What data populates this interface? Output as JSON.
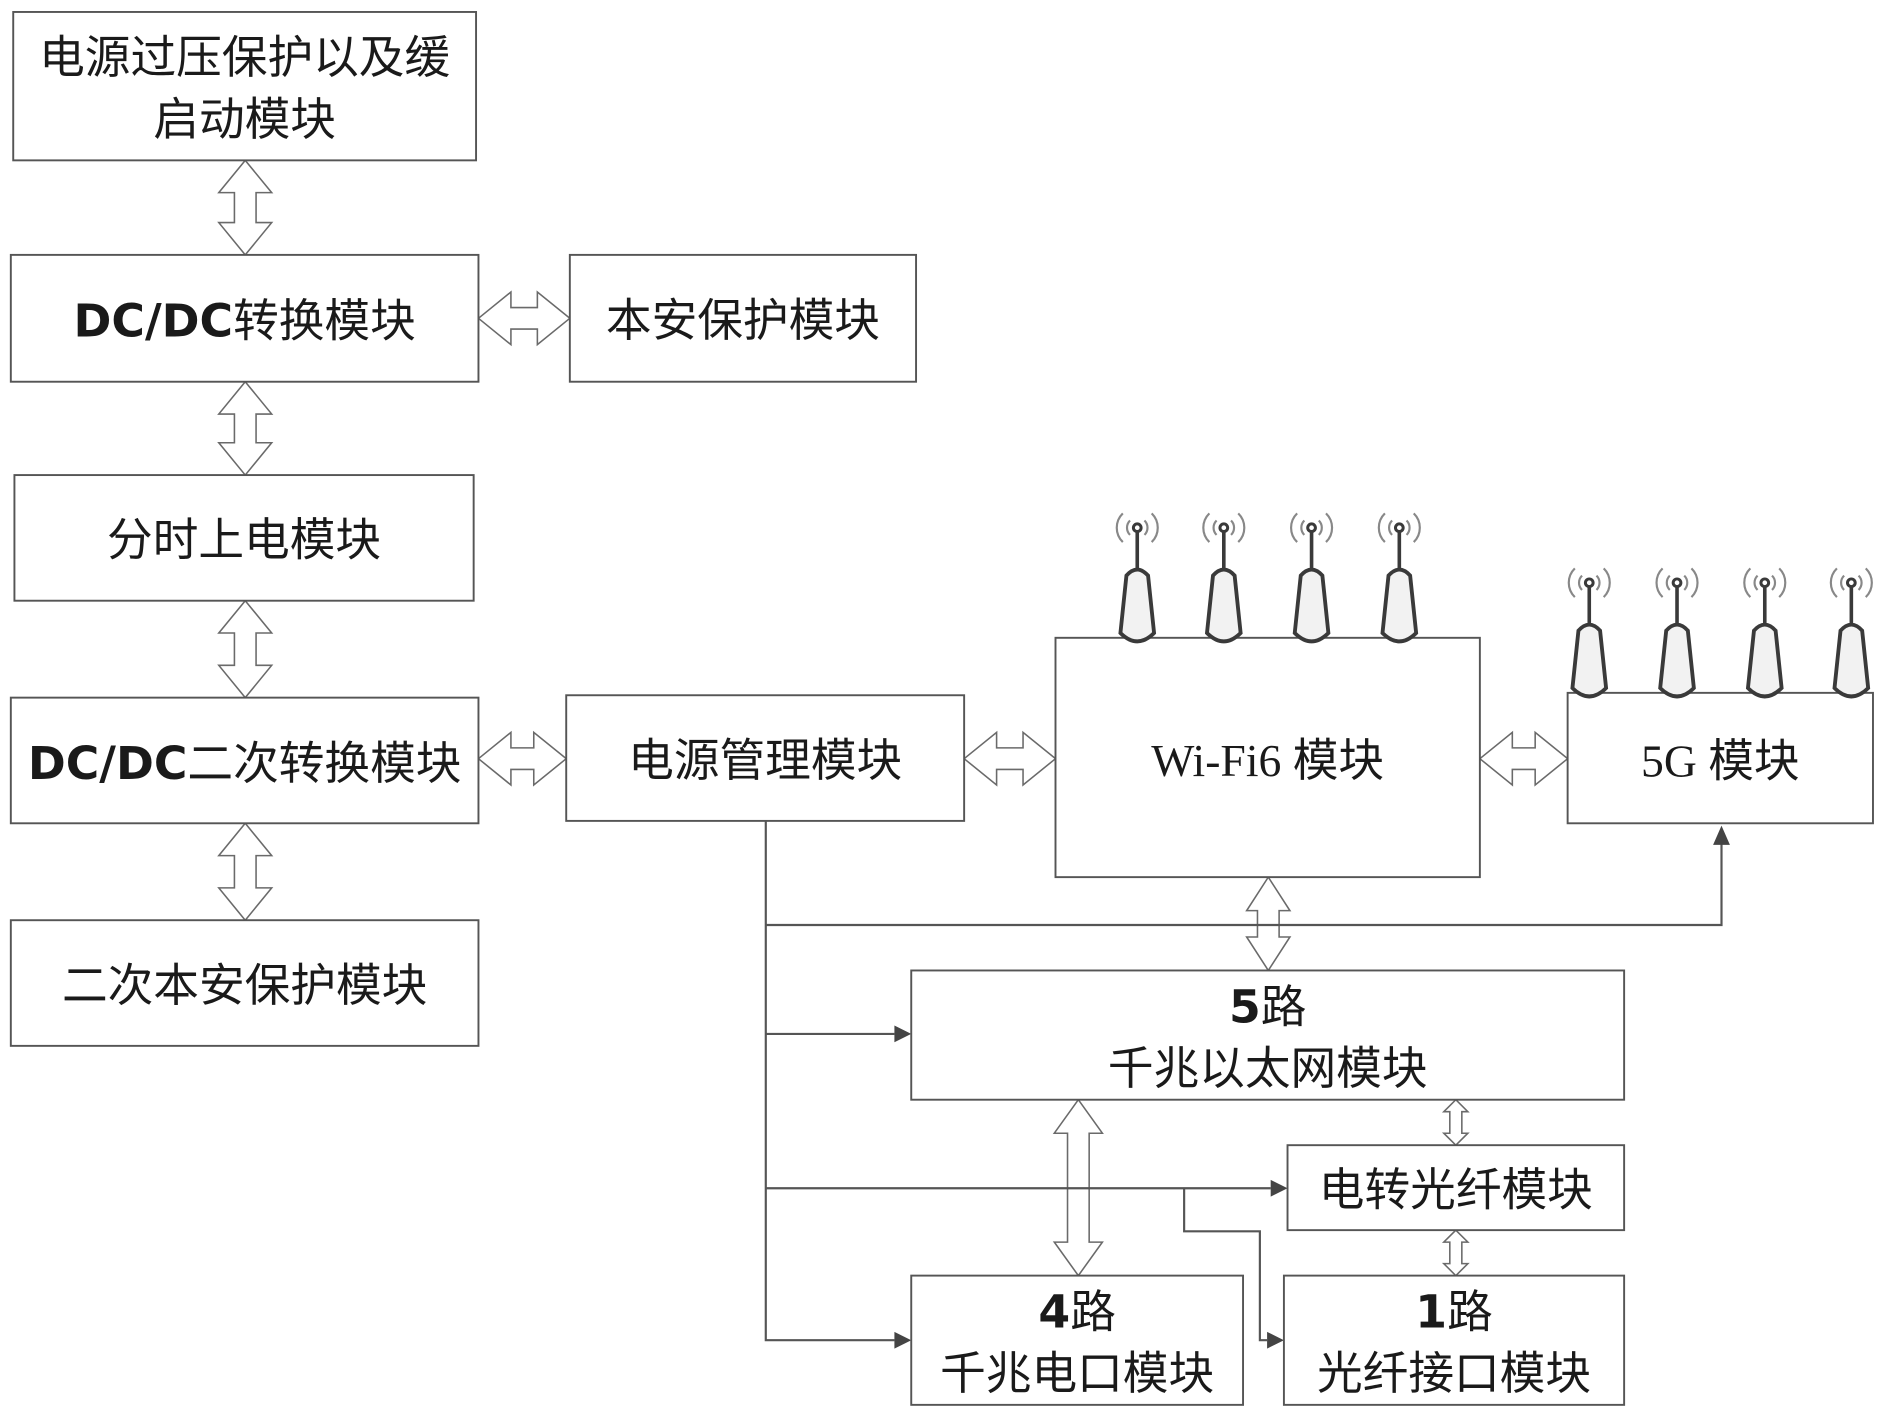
{
  "diagram": {
    "type": "block-diagram",
    "modules": [
      {
        "id": "b1",
        "lines": [
          {
            "text": "电源过压保护以及缓"
          },
          {
            "text": "启动模块"
          }
        ]
      },
      {
        "id": "b2",
        "lines": [
          {
            "parts": [
              {
                "text": "DC/DC",
                "bold": true
              },
              {
                "text": "转换模块"
              }
            ]
          }
        ]
      },
      {
        "id": "b3",
        "lines": [
          {
            "text": "本安保护模块"
          }
        ]
      },
      {
        "id": "b4",
        "lines": [
          {
            "text": "分时上电模块"
          }
        ]
      },
      {
        "id": "b5",
        "lines": [
          {
            "parts": [
              {
                "text": "DC/DC",
                "bold": true
              },
              {
                "text": "二次转换模块"
              }
            ]
          }
        ]
      },
      {
        "id": "b6",
        "lines": [
          {
            "text": "二次本安保护模块"
          }
        ]
      },
      {
        "id": "b7",
        "lines": [
          {
            "text": "电源管理模块"
          }
        ]
      },
      {
        "id": "b8",
        "lines": [
          {
            "parts": [
              {
                "text": "Wi-Fi6 ",
                "serif": true
              },
              {
                "text": "模块"
              }
            ]
          }
        ],
        "antennas": 4
      },
      {
        "id": "b9",
        "lines": [
          {
            "parts": [
              {
                "text": "5G ",
                "serif": true
              },
              {
                "text": "模块"
              }
            ]
          }
        ],
        "antennas": 4
      },
      {
        "id": "b10",
        "lines": [
          {
            "parts": [
              {
                "text": "5",
                "bold": true
              },
              {
                "text": "路"
              }
            ]
          },
          {
            "text": "千兆以太网模块"
          }
        ]
      },
      {
        "id": "b11",
        "lines": [
          {
            "text": "电转光纤模块"
          }
        ]
      },
      {
        "id": "b12",
        "lines": [
          {
            "parts": [
              {
                "text": "4",
                "bold": true
              },
              {
                "text": "路"
              }
            ]
          },
          {
            "text": "千兆电口模块"
          }
        ]
      },
      {
        "id": "b13",
        "lines": [
          {
            "parts": [
              {
                "text": "1",
                "bold": true
              },
              {
                "text": "路"
              }
            ]
          },
          {
            "text": "光纤接口模块"
          }
        ]
      }
    ],
    "bidirectional_links": [
      [
        "b1",
        "b2"
      ],
      [
        "b2",
        "b3"
      ],
      [
        "b2",
        "b4"
      ],
      [
        "b4",
        "b5"
      ],
      [
        "b5",
        "b6"
      ],
      [
        "b5",
        "b7"
      ],
      [
        "b7",
        "b8"
      ],
      [
        "b8",
        "b9"
      ],
      [
        "b8",
        "b10"
      ],
      [
        "b10",
        "b12"
      ],
      [
        "b10",
        "b11"
      ],
      [
        "b11",
        "b13"
      ]
    ],
    "power_feeds": [
      {
        "from": "b7",
        "to": "b9"
      },
      {
        "from": "b7",
        "to": "b10"
      },
      {
        "from": "b7",
        "to": "b11"
      },
      {
        "from": "b7",
        "to": "b13"
      },
      {
        "from": "b7",
        "to": "b12"
      }
    ],
    "colors": {
      "stroke": "#555555",
      "text": "#1a1a1a",
      "antenna_fill": "#f2f2f2"
    }
  }
}
